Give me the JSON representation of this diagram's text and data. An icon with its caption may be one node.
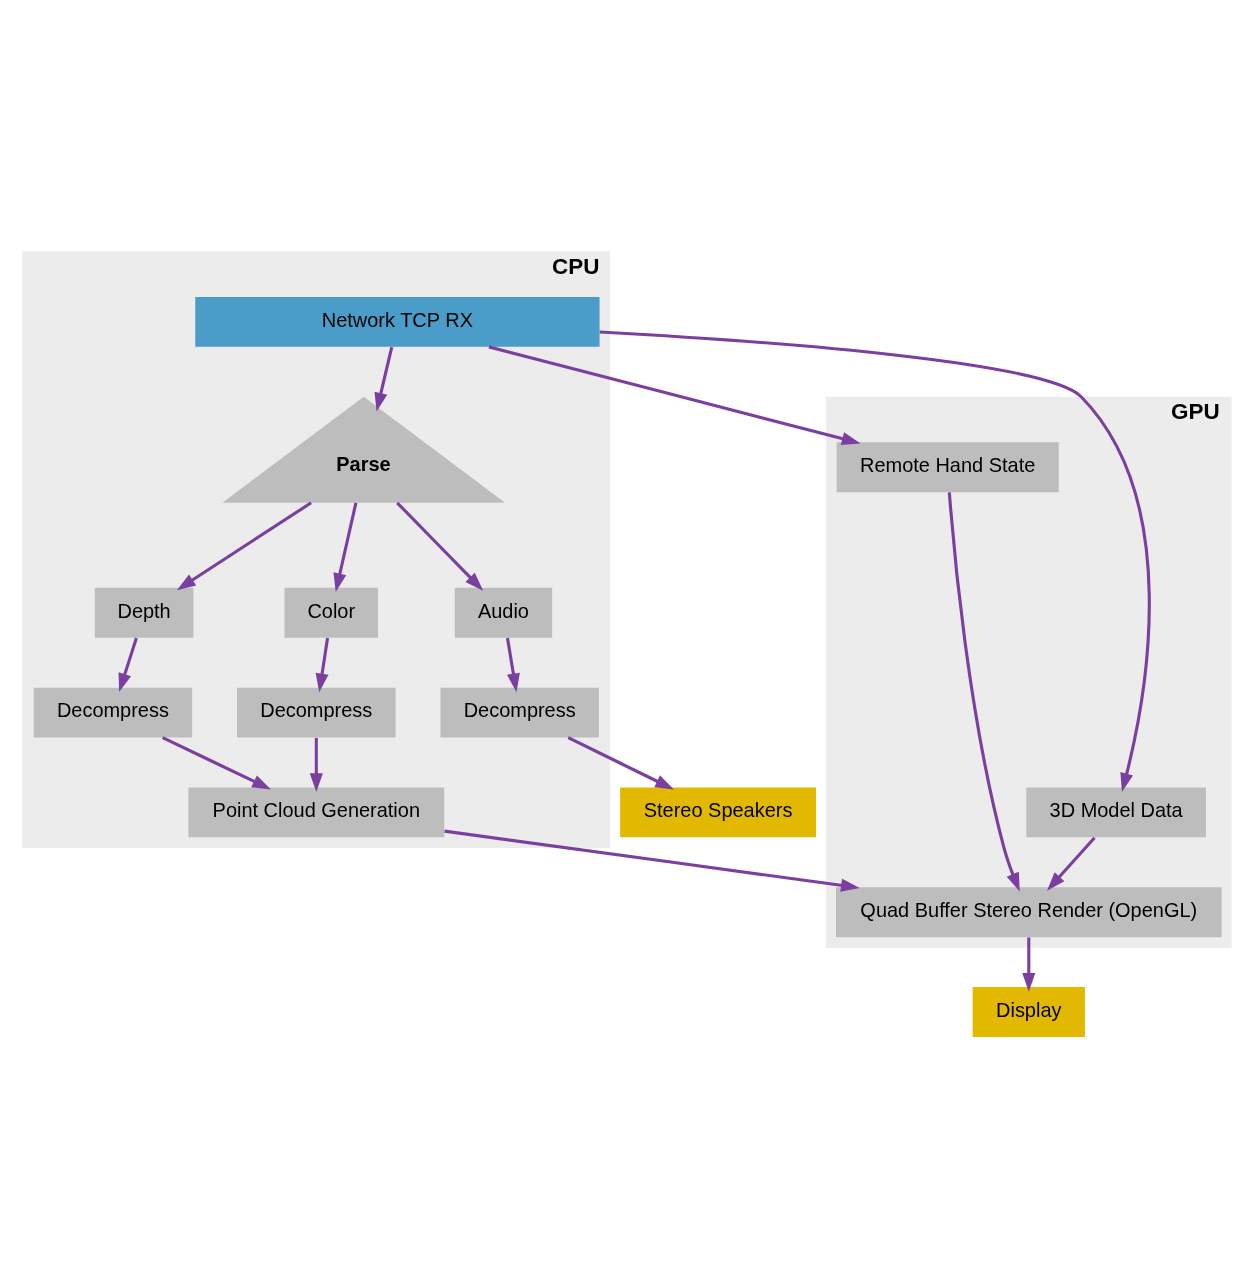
{
  "diagram": {
    "nodes": [
      {
        "text": [
          "CPU"
        ]
      },
      {
        "text": [
          "Network TCP RX"
        ],
        "in": 0
      },
      {
        "text": [
          "Parse"
        ],
        "in": 0
      },
      {
        "text": [
          "Audio"
        ],
        "in": 0
      },
      {
        "text": [
          "Depth"
        ],
        "in": 0
      },
      {
        "text": [
          "Color"
        ],
        "in": 0
      },
      {
        "text": [
          "Decompress"
        ],
        "in": 0
      },
      {
        "text": [
          "Decompress"
        ],
        "in": 0
      },
      {
        "text": [
          "Decompress"
        ],
        "in": 0
      },
      {
        "text": [
          "Point Cloud Generation"
        ],
        "in": 0
      },
      {
        "text": [
          "GPU"
        ]
      },
      {
        "text": [
          "3D Model Data"
        ],
        "in": 10
      },
      {
        "text": [
          "Remote Hand State"
        ],
        "in": 10
      },
      {
        "text": [
          "Quad Buffer Stereo Render (OpenGL)"
        ],
        "in": 10
      },
      {
        "text": [
          "Stereo Speakers"
        ]
      },
      {
        "text": [
          "Display"
        ]
      }
    ],
    "edges": [
      {
        "from": 1,
        "to": 2,
        "arrow": "to"
      },
      {
        "from": 2,
        "to": 3,
        "arrow": "to"
      },
      {
        "from": 2,
        "to": 4,
        "arrow": "to"
      },
      {
        "from": 2,
        "to": 5,
        "arrow": "to"
      },
      {
        "from": 1,
        "to": 11,
        "arrow": "to"
      },
      {
        "from": 1,
        "to": 12,
        "arrow": "to"
      },
      {
        "from": 3,
        "to": 6,
        "arrow": "to"
      },
      {
        "from": 4,
        "to": 7,
        "arrow": "to"
      },
      {
        "from": 5,
        "to": 8,
        "arrow": "to"
      },
      {
        "from": 7,
        "to": 9,
        "arrow": "to"
      },
      {
        "from": 8,
        "to": 9,
        "arrow": "to"
      },
      {
        "from": 6,
        "to": 14,
        "arrow": "to"
      },
      {
        "from": 11,
        "to": 13,
        "arrow": "to"
      },
      {
        "from": 12,
        "to": 13,
        "arrow": "to"
      },
      {
        "from": 9,
        "to": 13,
        "arrow": "to"
      },
      {
        "from": 13,
        "to": 15,
        "arrow": "to"
      }
    ]
  }
}
